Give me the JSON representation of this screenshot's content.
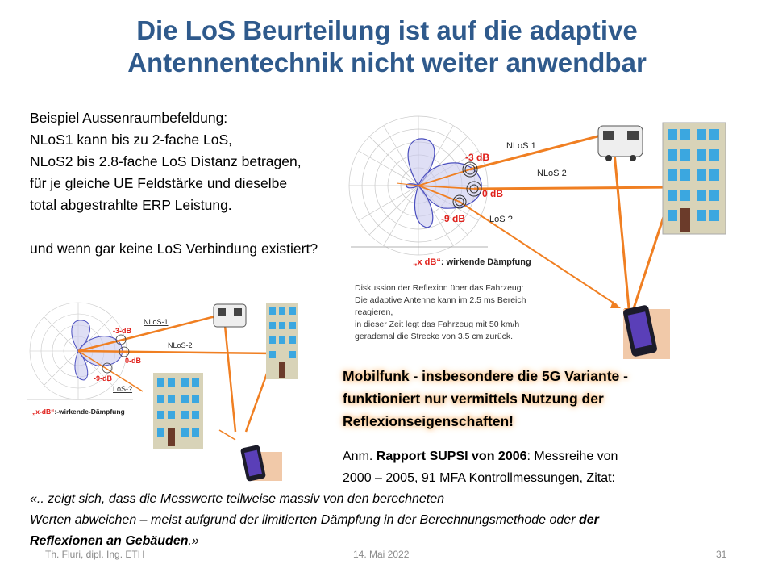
{
  "title": {
    "line1": "Die LoS Beurteilung ist auf die adaptive",
    "line2": "Antennentechnik nicht weiter anwendbar"
  },
  "intro": {
    "lines": [
      "Beispiel Aussenraumbefeldung:",
      "NLoS1 kann bis zu 2-fache LoS,",
      "NLoS2 bis 2.8-fache LoS Distanz betragen,",
      "für je gleiche UE Feldstärke und dieselbe",
      "total abgestrahlte ERP Leistung."
    ],
    "question": "und wenn gar keine LoS Verbindung existiert?"
  },
  "diagram_top": {
    "labels": {
      "nlos1": "NLoS 1",
      "nlos2": "NLoS 2",
      "los": "LoS ?",
      "db3": "-3 dB",
      "db0": "0 dB",
      "db9": "-9 dB"
    },
    "legend_red": "„x dB“",
    "legend_black": ": wirkende Dämpfung",
    "discussion": [
      "Diskussion der Reflexion über das Fahrzeug:",
      "Die adaptive Antenne kann im 2.5 ms Bereich",
      "reagieren,",
      "in dieser Zeit legt das Fahrzeug mit 50 km/h",
      "gerademal  die Strecke von 3.5 cm zurück."
    ]
  },
  "diagram_bottom": {
    "labels": {
      "nlos1": "NLoS-1",
      "nlos2": "NLoS-2",
      "los": "LoS-?",
      "db3": "-3-dB",
      "db0": "0-dB",
      "db9": "-9-dB"
    },
    "legend_red": "„x-dB“",
    "legend_black": ":-wirkende-Dämpfung"
  },
  "highlight": [
    "Mobilfunk - insbesondere die 5G Variante -",
    "funktioniert nur vermittels Nutzung der",
    "Reflexionseigenschaften!"
  ],
  "note": {
    "prefix": "Anm. ",
    "bold": "Rapport SUPSI von 2006",
    "rest": ": Messreihe  von",
    "line2": "2000 – 2005, 91 MFA Kontrollmessungen,  Zitat:"
  },
  "quote": {
    "line1": "«.. zeigt sich, dass die Messwerte  teilweise massiv von den berechneten",
    "line2": "Werten abweichen – meist aufgrund der limitierten Dämpfung in der Berechnungsmethode oder ",
    "line2_bold": "der",
    "line3_bold": "Reflexionen an Gebäuden",
    "line3_end": ".»"
  },
  "footer": {
    "author": "Th. Fluri, dipl. Ing. ETH",
    "date": "14. Mai 2022",
    "page": "31"
  },
  "colors": {
    "title": "#2F5A8C",
    "arrow": "#F07F22",
    "db_label": "#E0201B",
    "lobe": "#4B4FBF",
    "glow": "#F7B267"
  }
}
